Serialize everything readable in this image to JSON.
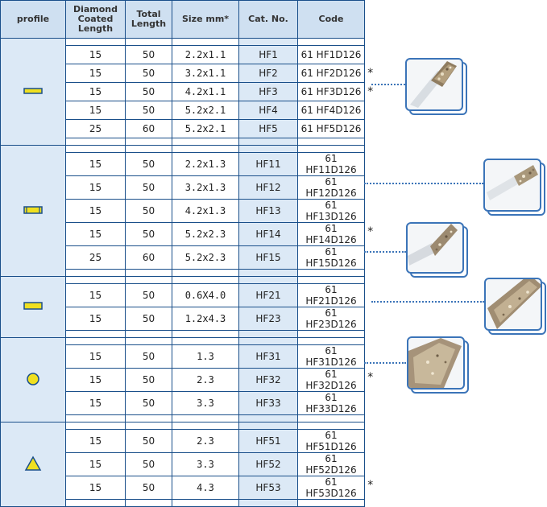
{
  "columns": {
    "profile": "profile",
    "diamond_coated_length": "Diamond Coated Length",
    "total_length": "Total Length",
    "size": "Size mm*",
    "cat_no": "Cat. No.",
    "code": "Code"
  },
  "colors": {
    "border": "#1a4f8a",
    "header_bg": "#cfe0f1",
    "shade_bg": "#dce9f6",
    "profile_fill": "#f0e020",
    "leader": "#3b74b8"
  },
  "groups": [
    {
      "profile": "flat-rectangle",
      "rows": [
        {
          "coated": "15",
          "total": "50",
          "size": "2.2x1.1",
          "cat": "HF1",
          "code": "61 HF1D126",
          "star": ""
        },
        {
          "coated": "15",
          "total": "50",
          "size": "3.2x1.1",
          "cat": "HF2",
          "code": "61 HF2D126",
          "star": "*"
        },
        {
          "coated": "15",
          "total": "50",
          "size": "4.2x1.1",
          "cat": "HF3",
          "code": "61 HF3D126",
          "star": "*"
        },
        {
          "coated": "15",
          "total": "50",
          "size": "5.2x2.1",
          "cat": "HF4",
          "code": "61 HF4D126",
          "star": ""
        },
        {
          "coated": "25",
          "total": "60",
          "size": "5.2x2.1",
          "cat": "HF5",
          "code": "61 HF5D126",
          "star": ""
        }
      ]
    },
    {
      "profile": "rectangle-bevel",
      "rows": [
        {
          "coated": "15",
          "total": "50",
          "size": "2.2x1.3",
          "cat": "HF11",
          "code": "61 HF11D126",
          "star": ""
        },
        {
          "coated": "15",
          "total": "50",
          "size": "3.2x1.3",
          "cat": "HF12",
          "code": "61 HF12D126",
          "star": ""
        },
        {
          "coated": "15",
          "total": "50",
          "size": "4.2x1.3",
          "cat": "HF13",
          "code": "61 HF13D126",
          "star": ""
        },
        {
          "coated": "15",
          "total": "50",
          "size": "5.2x2.3",
          "cat": "HF14",
          "code": "61 HF14D126",
          "star": "*"
        },
        {
          "coated": "25",
          "total": "60",
          "size": "5.2x2.3",
          "cat": "HF15",
          "code": "61 HF15D126",
          "star": ""
        }
      ]
    },
    {
      "profile": "thick-rectangle",
      "rows": [
        {
          "coated": "15",
          "total": "50",
          "size": "0.6X4.0",
          "cat": "HF21",
          "code": "61 HF21D126",
          "star": ""
        },
        {
          "coated": "15",
          "total": "50",
          "size": "1.2x4.3",
          "cat": "HF23",
          "code": "61 HF23D126",
          "star": ""
        }
      ]
    },
    {
      "profile": "circle",
      "rows": [
        {
          "coated": "15",
          "total": "50",
          "size": "1.3",
          "cat": "HF31",
          "code": "61 HF31D126",
          "star": ""
        },
        {
          "coated": "15",
          "total": "50",
          "size": "2.3",
          "cat": "HF32",
          "code": "61 HF32D126",
          "star": "*"
        },
        {
          "coated": "15",
          "total": "50",
          "size": "3.3",
          "cat": "HF33",
          "code": "61 HF33D126",
          "star": ""
        }
      ]
    },
    {
      "profile": "triangle",
      "rows": [
        {
          "coated": "15",
          "total": "50",
          "size": "2.3",
          "cat": "HF51",
          "code": "61 HF51D126",
          "star": ""
        },
        {
          "coated": "15",
          "total": "50",
          "size": "3.3",
          "cat": "HF52",
          "code": "61 HF52D126",
          "star": ""
        },
        {
          "coated": "15",
          "total": "50",
          "size": "4.3",
          "cat": "HF53",
          "code": "61 HF53D126",
          "star": "*"
        }
      ]
    }
  ],
  "photos": [
    "flat-file-tip-photo",
    "rectangle-file-tip-photo",
    "thick-file-tip-photo",
    "round-file-tip-photo",
    "triangle-file-tip-photo"
  ]
}
